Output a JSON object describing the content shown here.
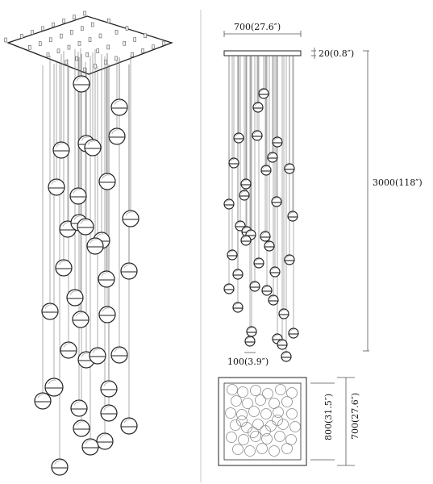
{
  "dimensions": {
    "top_width": "700(27.6″)",
    "canopy_thickness": "20(0.8″)",
    "overall_height": "3000(118″)",
    "globe_diameter": "100(3.9″)",
    "inner_square": "800(31.5″)",
    "outer_square": "700(27.6″)"
  },
  "colors": {
    "line": "#222222",
    "wire": "#777777",
    "dim_line": "#555555"
  }
}
